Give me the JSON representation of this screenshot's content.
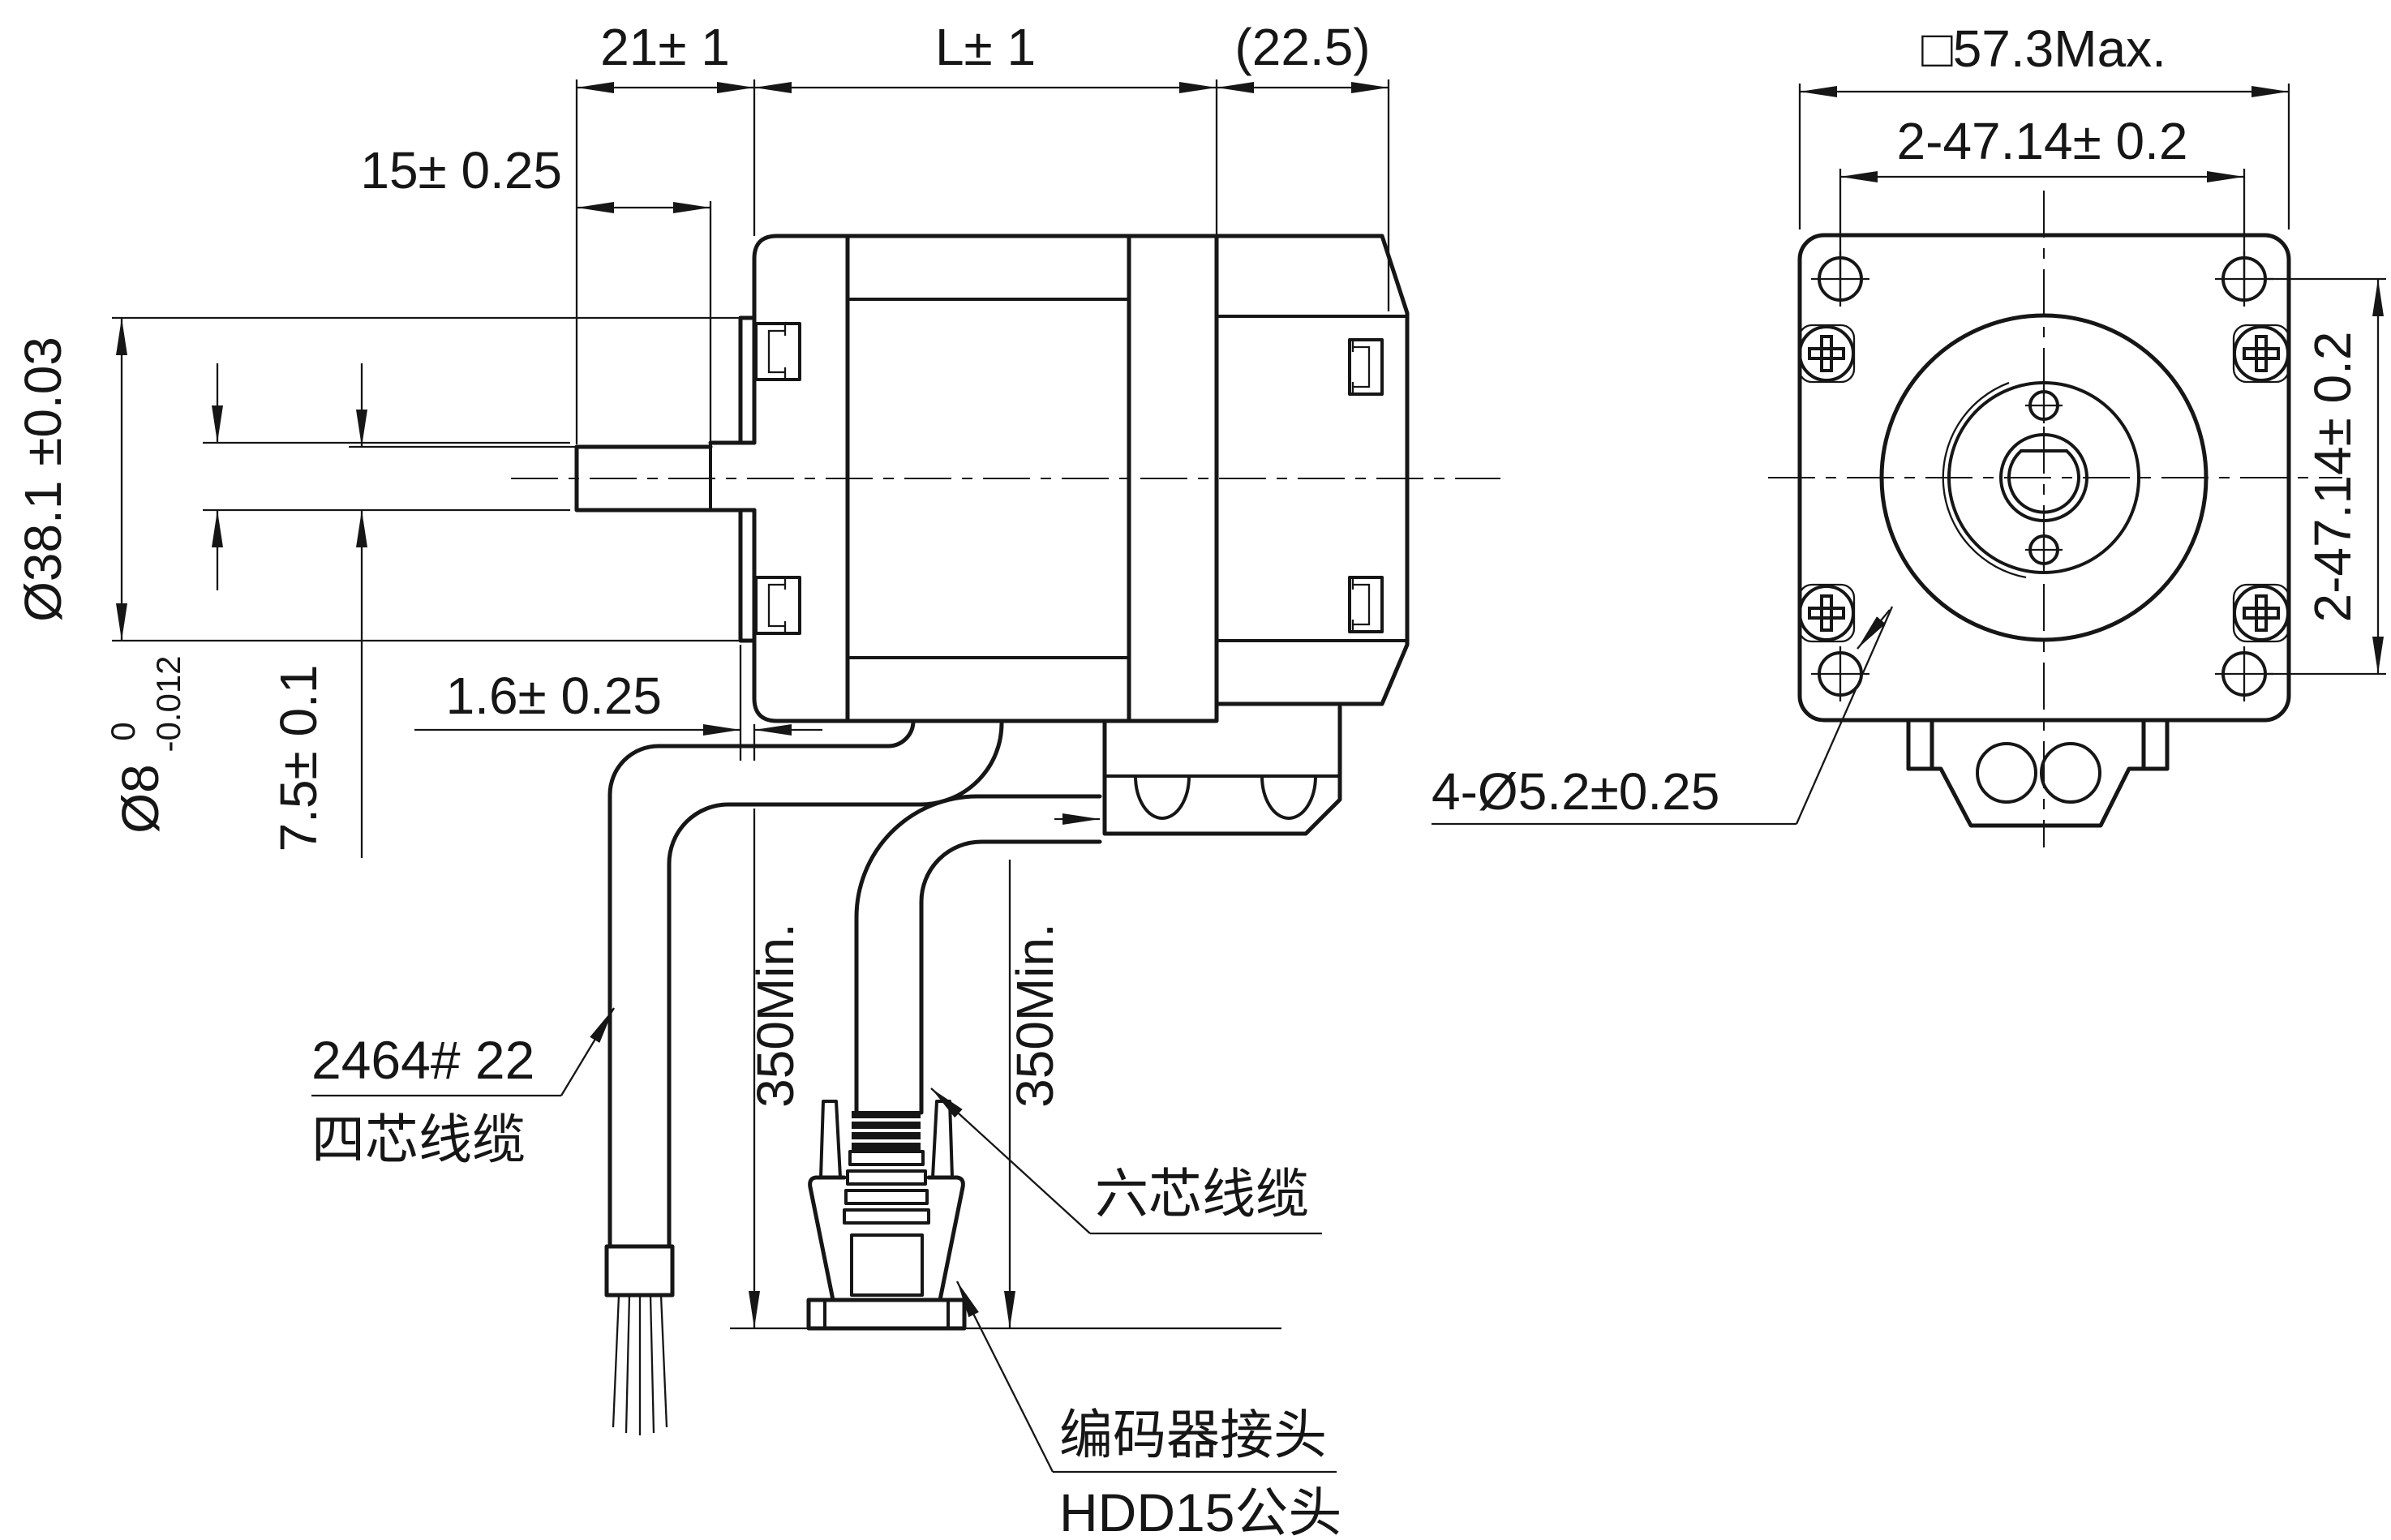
{
  "colors": {
    "ink": "#161616",
    "background": "#ffffff"
  },
  "side_view": {
    "dim_shaft_extension": "21± 1",
    "dim_body_length": "L± 1",
    "dim_rear_length": "(22.5)",
    "dim_flat_length": "15± 0.25",
    "dim_pilot_diameter": "Ø38.1 ±0.03",
    "dim_shaft_diameter": {
      "main": "Ø8",
      "tol_upper": "0",
      "tol_lower": "-0.012"
    },
    "dim_flat_height": "7.5± 0.1",
    "dim_pilot_thickness": "1.6± 0.25",
    "dim_cable_min_length_1": "350Min.",
    "dim_cable_min_length_2": "350Min.",
    "label_cable_spec": "2464# 22",
    "label_cable_4core": "四芯线缆",
    "label_cable_6core": "六芯线缆",
    "label_encoder_connector_line1": "编码器接头",
    "label_encoder_connector_line2": "HDD15公头"
  },
  "front_view": {
    "dim_frame_size": "□57.3Max.",
    "dim_hole_pitch_horizontal": "2-47.14± 0.2",
    "dim_hole_pitch_vertical": "2-47.14± 0.2",
    "dim_mounting_holes": "4-Ø5.2±0.25"
  }
}
